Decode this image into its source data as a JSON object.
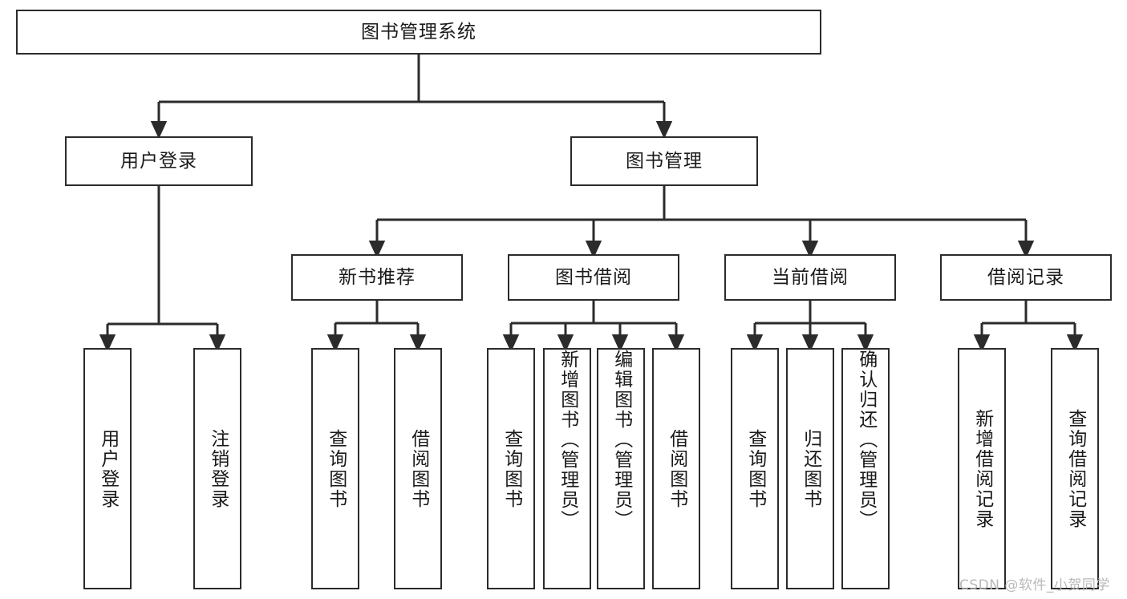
{
  "diagram": {
    "title": "图书管理系统",
    "type": "hierarchy-tree",
    "stroke_color": "#2b2b2b",
    "fill_color": "#ffffff",
    "text_color": "#1a1a1a"
  },
  "watermark": {
    "text": "CSDN @软件_小贺同学",
    "color": "#b9b9b9"
  },
  "nodes": {
    "root": {
      "label": "图书管理系统"
    },
    "level2": [
      {
        "id": "user-login",
        "label": "用户登录"
      },
      {
        "id": "book-management",
        "label": "图书管理"
      }
    ],
    "level3": [
      {
        "id": "new-book-recommend",
        "label": "新书推荐"
      },
      {
        "id": "book-borrow",
        "label": "图书借阅"
      },
      {
        "id": "current-borrow",
        "label": "当前借阅"
      },
      {
        "id": "borrow-record",
        "label": "借阅记录"
      }
    ],
    "leaves": {
      "user_login": [
        {
          "id": "leaf-user-login",
          "label": "用户登录"
        },
        {
          "id": "leaf-logout-login",
          "label": "注销登录"
        }
      ],
      "new_book_recommend": [
        {
          "id": "leaf-query-book-1",
          "label": "查询图书"
        },
        {
          "id": "leaf-borrow-book-1",
          "label": "借阅图书"
        }
      ],
      "book_borrow": [
        {
          "id": "leaf-query-book-2",
          "label": "查询图书"
        },
        {
          "id": "leaf-add-book",
          "label": "新增图书（管理员）"
        },
        {
          "id": "leaf-edit-book",
          "label": "编辑图书（管理员）"
        },
        {
          "id": "leaf-borrow-book-2",
          "label": "借阅图书"
        }
      ],
      "current_borrow": [
        {
          "id": "leaf-query-book-3",
          "label": "查询图书"
        },
        {
          "id": "leaf-return-book",
          "label": "归还图书"
        },
        {
          "id": "leaf-confirm-return",
          "label": "确认归还（管理员）"
        }
      ],
      "borrow_record": [
        {
          "id": "leaf-add-borrow-record",
          "label": "新增借阅记录"
        },
        {
          "id": "leaf-query-borrow-record",
          "label": "查询借阅记录"
        }
      ]
    }
  }
}
